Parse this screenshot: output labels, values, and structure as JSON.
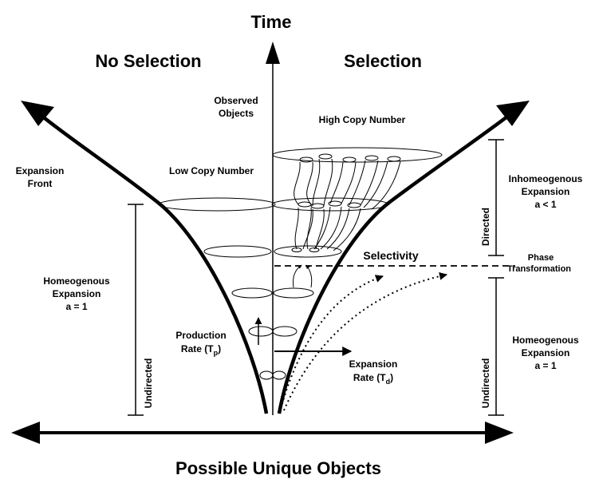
{
  "axes": {
    "y_title": "Time",
    "x_title": "Possible Unique Objects"
  },
  "headings": {
    "left": "No Selection",
    "right": "Selection"
  },
  "labels": {
    "observed_objects": [
      "Observed",
      "Objects"
    ],
    "high_copy": "High Copy Number",
    "low_copy": "Low Copy Number",
    "expansion_front": [
      "Expansion",
      "Front"
    ],
    "selectivity": "Selectivity",
    "phase": [
      "Phase",
      "Transformation"
    ],
    "production_rate": [
      "Production",
      "Rate (T",
      "p",
      ")"
    ],
    "expansion_rate": [
      "Expansion",
      "Rate (T",
      "d",
      ")"
    ]
  },
  "left_side": {
    "text": [
      "Homeogenous",
      "Expansion",
      "a = 1"
    ],
    "bracket_label": "Undirected"
  },
  "right_side": {
    "upper_text": [
      "Inhomeogenous",
      "Expansion",
      "a < 1"
    ],
    "upper_bracket_label": "Directed",
    "lower_text": [
      "Homeogenous",
      "Expansion",
      "a = 1"
    ],
    "lower_bracket_label": "Undirected"
  }
}
